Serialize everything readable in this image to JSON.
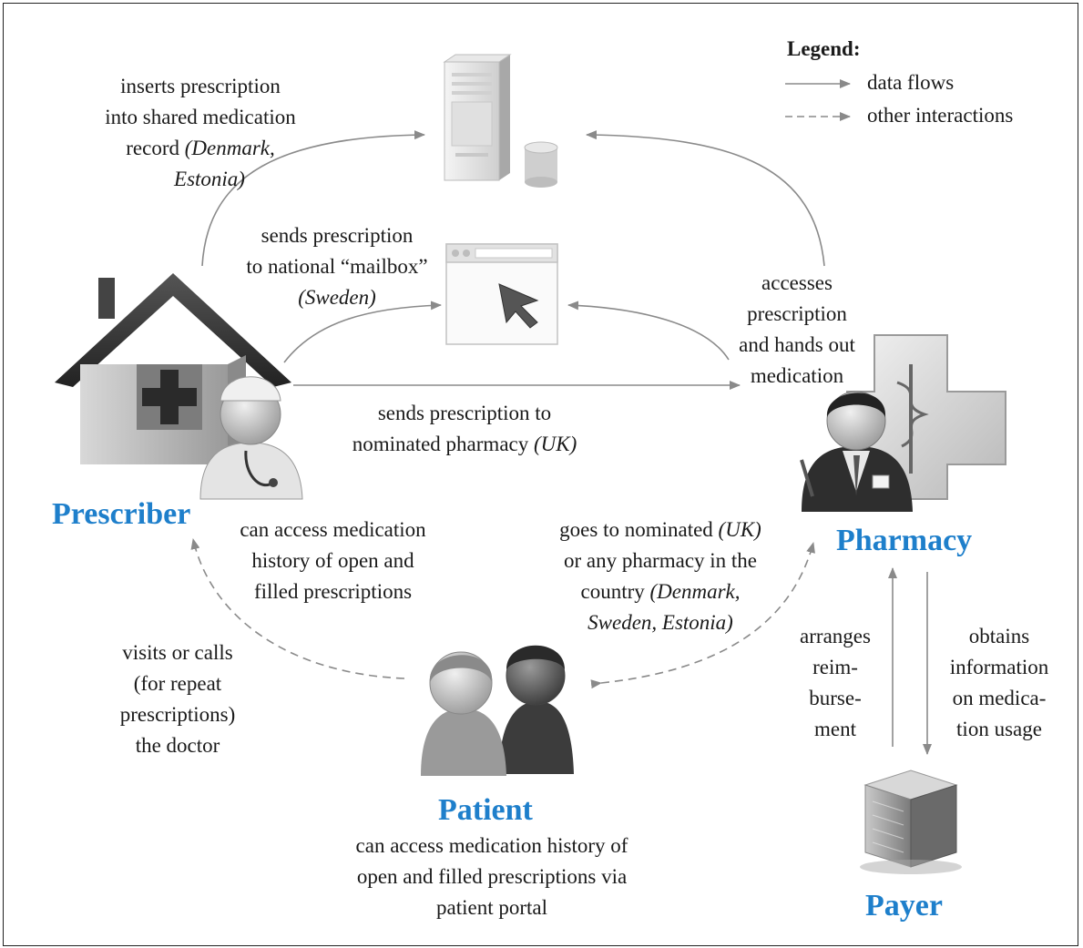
{
  "legend": {
    "title": "Legend:",
    "items": [
      {
        "label": "data flows",
        "style": "solid"
      },
      {
        "label": "other interactions",
        "style": "dashed"
      }
    ]
  },
  "roles": {
    "prescriber": "Prescriber",
    "pharmacy": "Pharmacy",
    "patient": "Patient",
    "payer": "Payer"
  },
  "labels": {
    "shared_record": {
      "l1": "inserts prescription",
      "l2": "into shared medication",
      "l3a": "record ",
      "l3b": "(Denmark,",
      "l4": "Estonia)"
    },
    "mailbox": {
      "l1": "sends prescription",
      "l2": "to national “mailbox”",
      "l3": "(Sweden)"
    },
    "pharmacy_access": {
      "l1": "accesses",
      "l2": "prescription",
      "l3": "and hands out",
      "l4": "medication"
    },
    "nominated": {
      "l1": "sends prescription to",
      "l2a": "nominated pharmacy ",
      "l2b": "(UK)"
    },
    "prescriber_history": {
      "l1": "can access medication",
      "l2": "history of open and",
      "l3": "filled prescriptions"
    },
    "goes_to": {
      "l1a": "goes to nominated ",
      "l1b": "(UK)",
      "l2": "or any pharmacy in the",
      "l3a": "country ",
      "l3b": "(Denmark,",
      "l4": "Sweden, Estonia)"
    },
    "visits": {
      "l1": "visits or calls",
      "l2": "(for repeat",
      "l3": "prescriptions)",
      "l4": "the doctor"
    },
    "patient_portal": {
      "l1": "can access medication history of",
      "l2": "open and filled prescriptions via",
      "l3": "patient portal"
    },
    "reimbursement": {
      "l1": "arranges",
      "l2": "reim-",
      "l3": "burse-",
      "l4": "ment"
    },
    "obtains_info": {
      "l1": "obtains",
      "l2": "information",
      "l3": "on medica-",
      "l4": "tion usage"
    }
  },
  "icons": {
    "server": "server-database-icon",
    "mailbox": "browser-window-cursor-icon",
    "prescriber": "house-doctor-icon",
    "pharmacy": "pharmacist-cross-icon",
    "patient": "patients-couple-icon",
    "payer": "office-building-icon"
  },
  "colors": {
    "role_label": "#1e7fcb",
    "arrow": "#8a8a8a"
  }
}
